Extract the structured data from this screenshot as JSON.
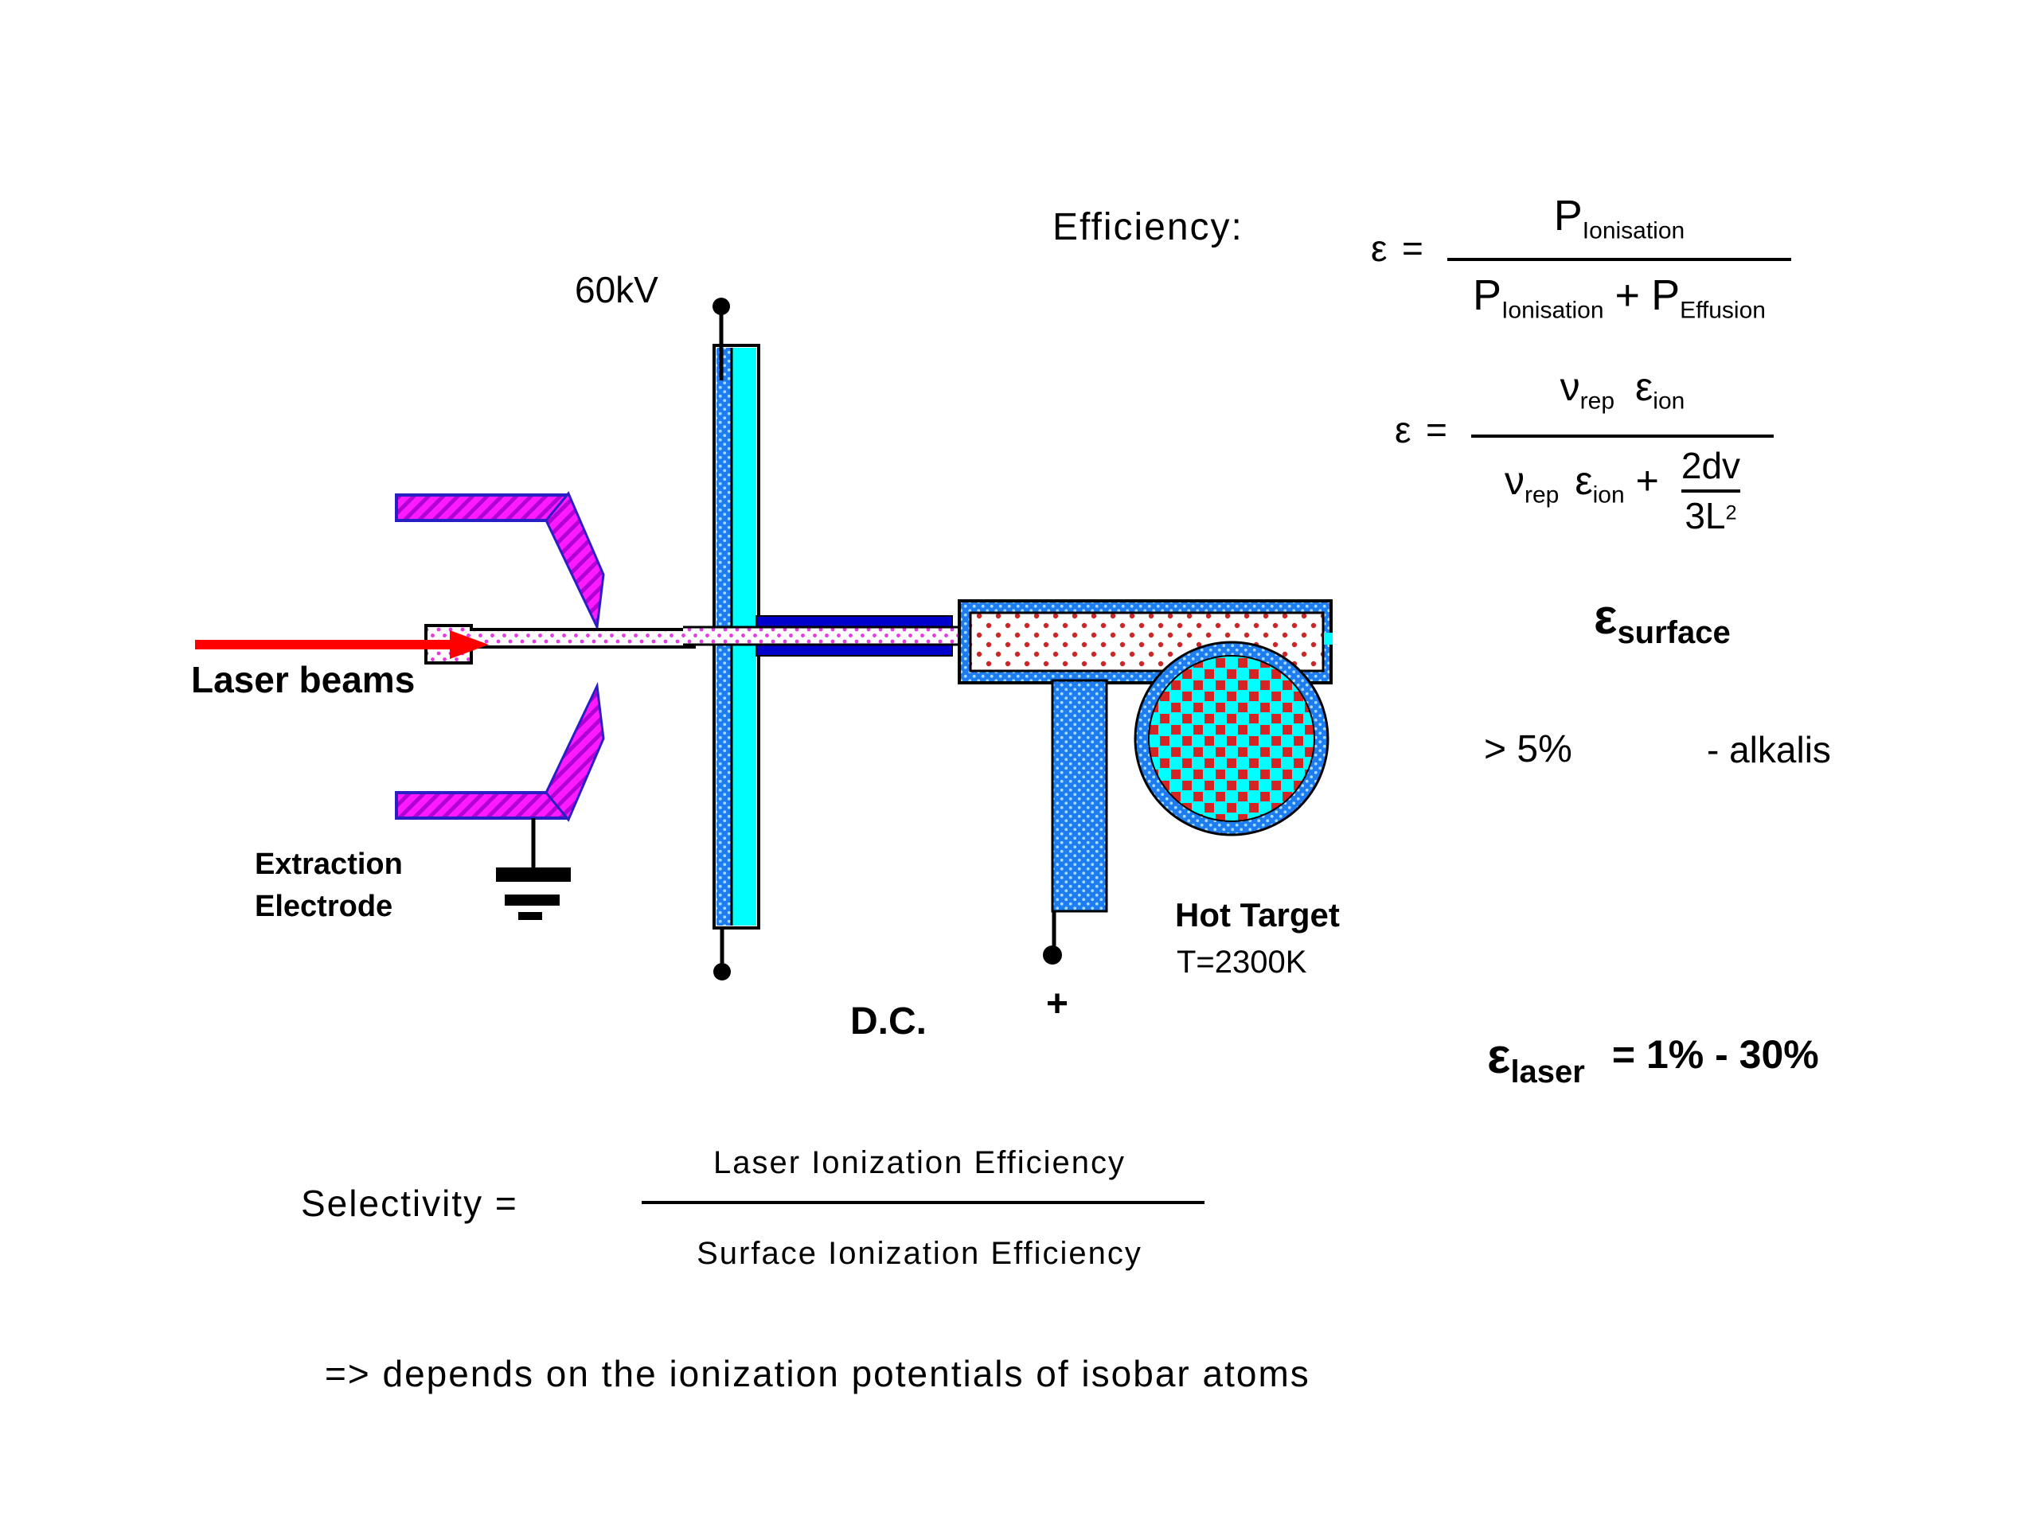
{
  "diagram": {
    "labels": {
      "voltage": "60kV",
      "laser_beams": "Laser beams",
      "extraction_line1": "Extraction",
      "extraction_line2": "Electrode",
      "dc": "D.C.",
      "plus": "+",
      "hot_target": "Hot Target",
      "temperature": "T=2300K"
    }
  },
  "efficiency": {
    "heading": "Efficiency:",
    "formula_pressure": {
      "epsilon": "ε",
      "equals": "=",
      "num_base": "P",
      "num_sub": "Ionisation",
      "den1_base": "P",
      "den1_sub": "Ionisation",
      "plus": "+",
      "den2_base": "P",
      "den2_sub": "Effusion"
    },
    "formula_rep": {
      "epsilon": "ε",
      "equals": "=",
      "nu": "ν",
      "nu_sub": "rep",
      "eps_ion": "ε",
      "eps_ion_sub": "ion",
      "plus": "+",
      "mini_num": "2dv",
      "mini_den_base": "3L",
      "mini_den_exp": "2"
    },
    "surface": {
      "epsilon": "ε",
      "sub": "surface",
      "value": "> 5%",
      "note": "- alkalis"
    },
    "laser": {
      "epsilon": "ε",
      "sub": "laser",
      "value": "= 1% - 30%"
    }
  },
  "selectivity": {
    "lhs": "Selectivity =",
    "numerator": "Laser Ionization Efficiency",
    "denominator": "Surface Ionization Efficiency",
    "conclusion": "=> depends on the ionization potentials of isobar atoms"
  },
  "colors": {
    "background": "#ffffff",
    "text": "#000000",
    "electrode_magenta": "#ff1aff",
    "electrode_hatch": "#b100d6",
    "electrode_outline_blue": "#2a1fc4",
    "plate_cyan": "#00ffff",
    "tube_navy": "#0000cc",
    "container_blue": "#1d7cf0",
    "container_dot": "#a8dcff",
    "laser_red": "#ff0000",
    "target_red": "#d42424",
    "beam_dot_magenta": "#e33ae3"
  }
}
